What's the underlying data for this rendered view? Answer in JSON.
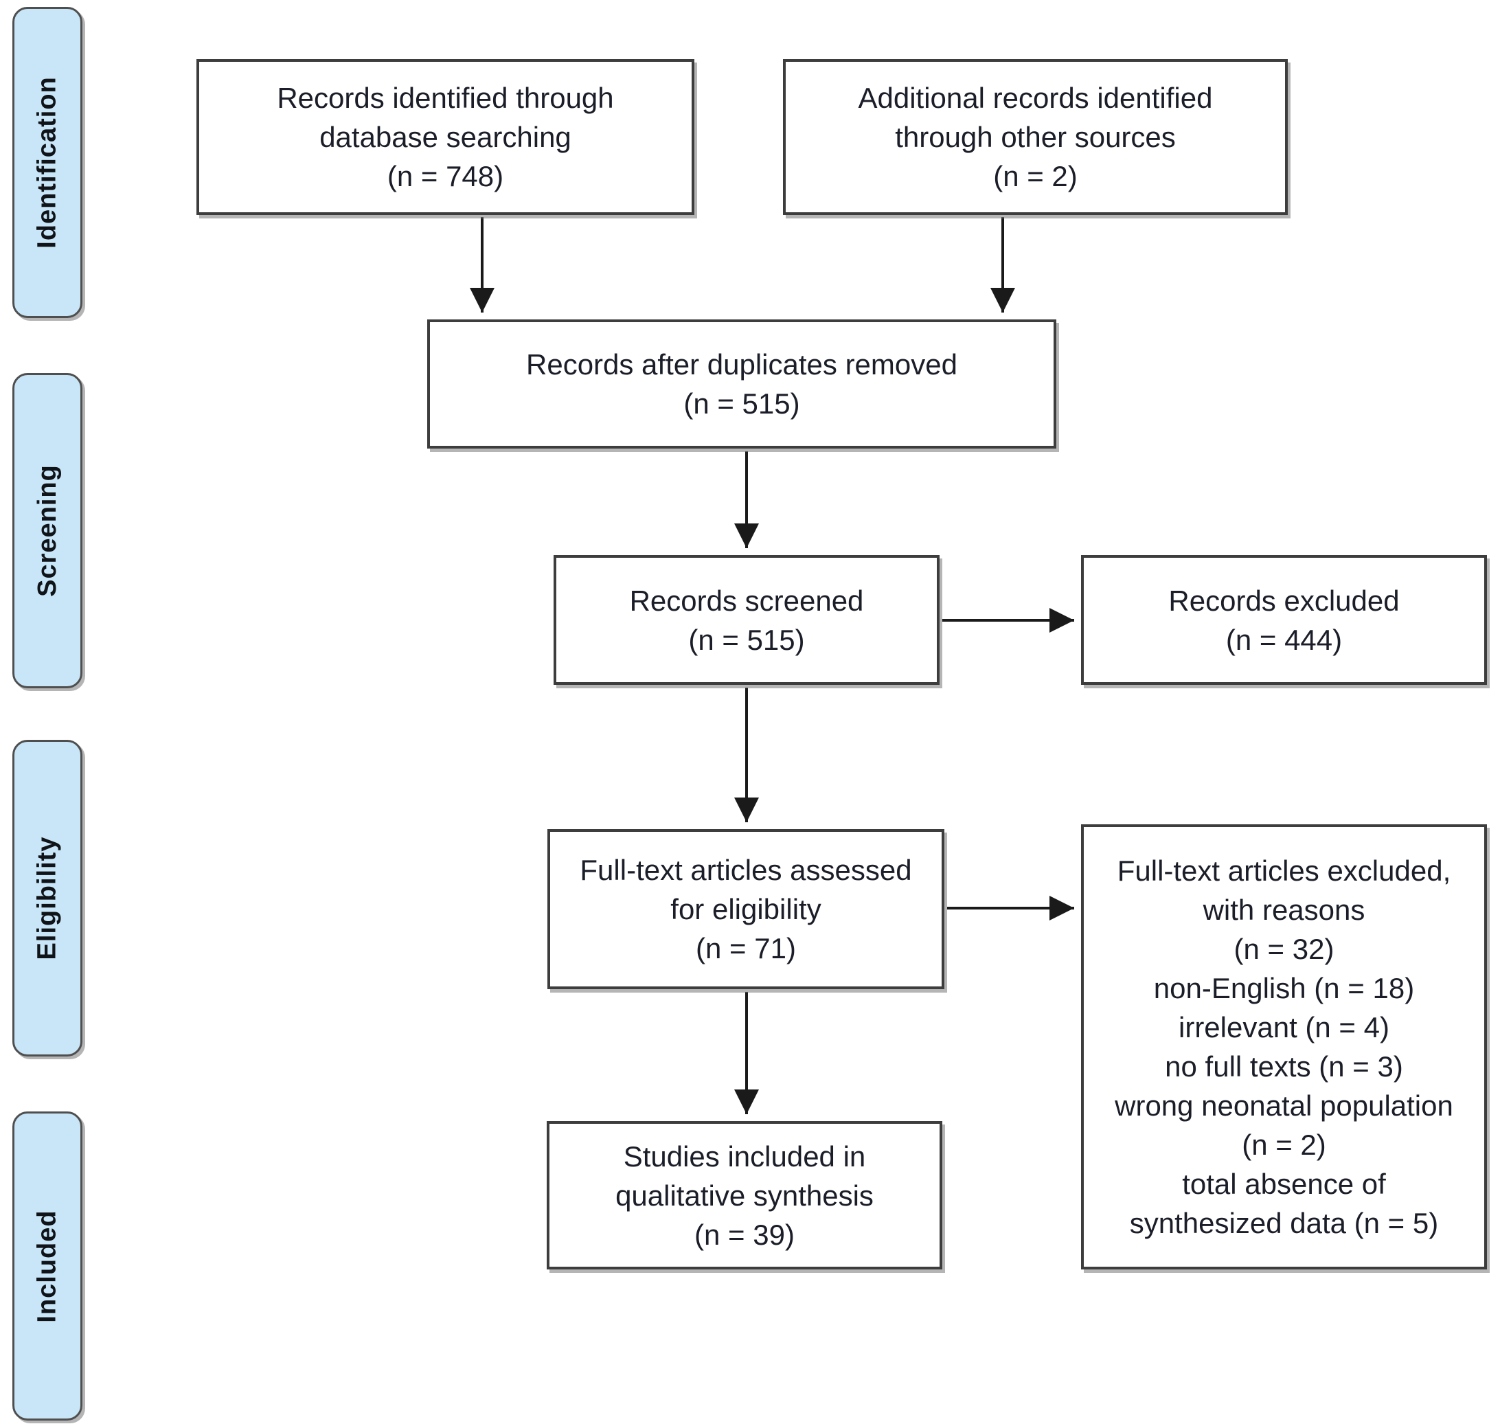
{
  "diagram": {
    "type": "flowchart",
    "name": "PRISMA study selection flow diagram",
    "stages": [
      {
        "id": "identification",
        "label": "Identification"
      },
      {
        "id": "screening",
        "label": "Screening"
      },
      {
        "id": "eligibility",
        "label": "Eligibility"
      },
      {
        "id": "included",
        "label": "Included"
      }
    ],
    "boxes": {
      "identified_db": {
        "n": 748,
        "text": "Records identified through\ndatabase searching\n(n = 748)"
      },
      "other_sources": {
        "n": 2,
        "text": "Additional records identified\nthrough other sources\n(n = 2)"
      },
      "after_duplicates": {
        "n": 515,
        "text": "Records after duplicates removed\n(n = 515)"
      },
      "screened": {
        "n": 515,
        "text": "Records screened\n(n = 515)"
      },
      "excluded": {
        "n": 444,
        "text": "Records excluded\n(n = 444)"
      },
      "fulltext_assessed": {
        "n": 71,
        "text": "Full-text articles assessed\nfor eligibility\n(n = 71)"
      },
      "fulltext_excluded": {
        "n": 32,
        "reasons": [
          {
            "label": "non-English",
            "n": 18
          },
          {
            "label": "irrelevant",
            "n": 4
          },
          {
            "label": "no full texts",
            "n": 3
          },
          {
            "label": "wrong neonatal population",
            "n": 2
          },
          {
            "label": "total absence of synthesized data",
            "n": 5
          }
        ],
        "text": "Full-text articles excluded,\nwith reasons\n(n = 32)\nnon-English (n = 18)\nirrelevant (n = 4)\nno full texts (n = 3)\nwrong neonatal population\n(n = 2)\ntotal absence of\nsynthesized data (n = 5)"
      },
      "included_qualitative": {
        "n": 39,
        "text": "Studies included in\nqualitative synthesis\n(n = 39)"
      }
    },
    "edges": [
      {
        "from": "identified_db",
        "to": "after_duplicates"
      },
      {
        "from": "other_sources",
        "to": "after_duplicates"
      },
      {
        "from": "after_duplicates",
        "to": "screened"
      },
      {
        "from": "screened",
        "to": "excluded"
      },
      {
        "from": "screened",
        "to": "fulltext_assessed"
      },
      {
        "from": "fulltext_assessed",
        "to": "fulltext_excluded"
      },
      {
        "from": "fulltext_assessed",
        "to": "included_qualitative"
      }
    ]
  },
  "colors": {
    "stage_fill": "#c8e6f8",
    "stage_border": "#4f4f4f",
    "box_border": "#3d3d3d",
    "text_color": "#1b1e28",
    "arrow_color": "#1a1a1a"
  }
}
